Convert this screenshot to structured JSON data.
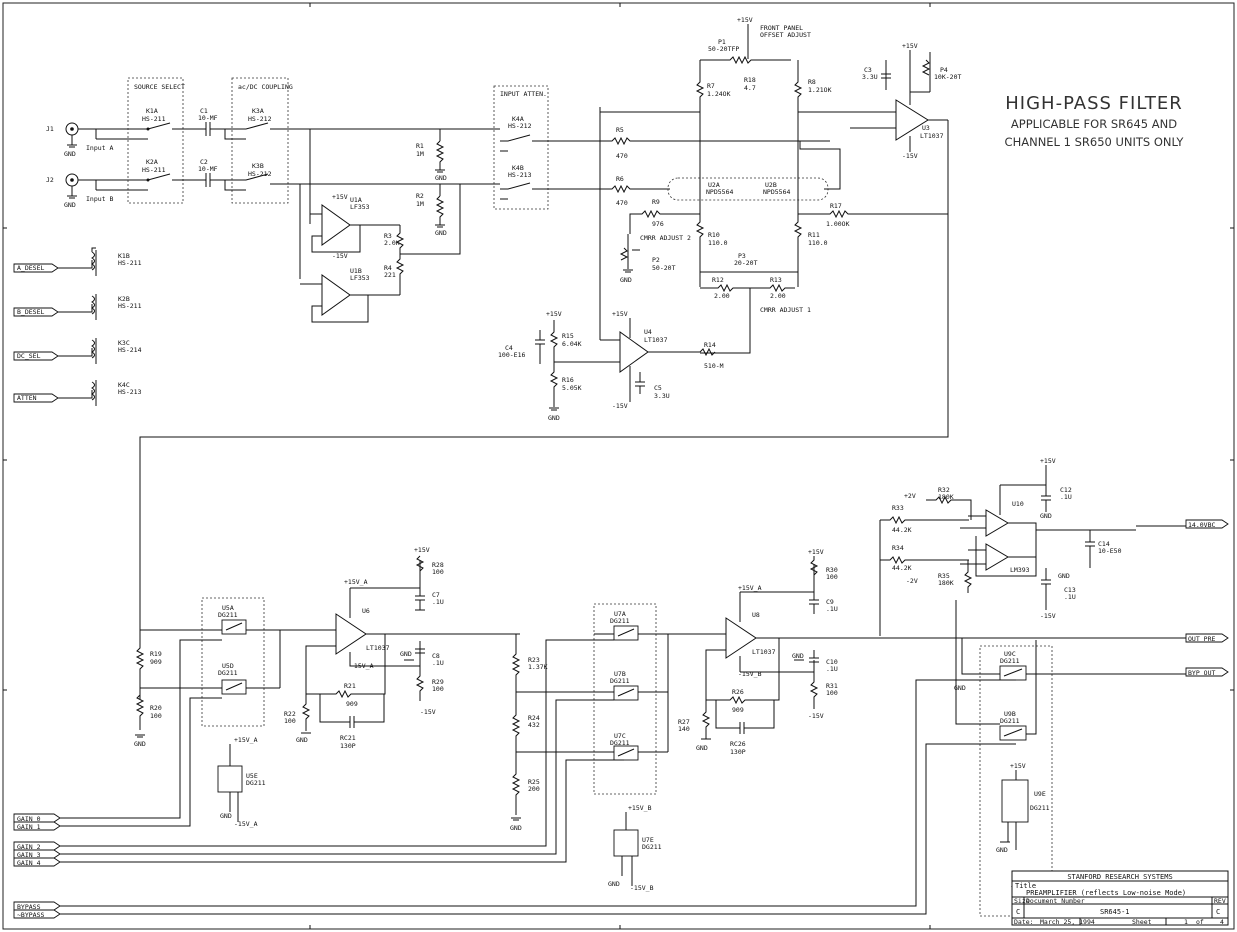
{
  "notes": {
    "title": "HIGH-PASS FILTER",
    "line2": "APPLICABLE FOR SR645 AND",
    "line3": "CHANNEL 1 SR650 UNITS ONLY"
  },
  "title_block": {
    "company": "STANFORD RESEARCH SYSTEMS",
    "title_label": "Title",
    "title": "PREAMPLIFIER (reflects Low-noise Mode)",
    "size_label": "Size",
    "size": "C",
    "doc_label": "Document Number",
    "doc_number": "SR645-1",
    "rev_label": "REV",
    "rev": "C",
    "date_label": "Date:",
    "date": "March 25, 1994",
    "sheet_label": "Sheet",
    "sheet": "1",
    "of_label": "of",
    "of_total": "4"
  },
  "connectors": {
    "j1": "J1",
    "j2": "J2",
    "input_a": "Input A",
    "input_b": "Input B",
    "gnd": "GND"
  },
  "boxes": {
    "source_select": "SOURCE SELECT",
    "coupling": "ac/DC COUPLING",
    "atten": "INPUT ATTEN."
  },
  "ports": {
    "a_desel": "A_DESEL",
    "b_desel": "B_DESEL",
    "dc_sel": "DC_SEL",
    "atten": "ATTEN",
    "gain_0": "GAIN_0",
    "gain_1": "GAIN_1",
    "gain_2": "GAIN_2",
    "gain_3": "GAIN_3",
    "gain_4": "GAIN_4",
    "bypass": "BYPASS",
    "nbypass": "~BYPASS",
    "out_14v": "14.0VBC",
    "out_pre": "OUT_PRE",
    "byp_out": "BYP_OUT"
  },
  "relays": {
    "k1a": "K1A",
    "k1a_t": "HS-211",
    "k2a": "K2A",
    "k2a_t": "HS-211",
    "k3a": "K3A",
    "k3a_t": "HS-212",
    "k3b": "K3B",
    "k3b_t": "HS-212",
    "k4a": "K4A",
    "k4a_t": "HS-212",
    "k4b": "K4B",
    "k4b_t": "HS-213",
    "k1b": "K1B",
    "k1b_t": "HS-211",
    "k2b": "K2B",
    "k2b_t": "HS-211",
    "k3c": "K3C",
    "k3c_t": "HS-214",
    "k4c": "K4C",
    "k4c_t": "HS-213"
  },
  "parts": {
    "c1": "C1",
    "c1_v": "10-MF",
    "c2": "C2",
    "c2_v": "10-MF",
    "r1": "R1",
    "r1_v": "1M",
    "r2": "R2",
    "r2_v": "1M",
    "r3": "R3",
    "r3_v": "2.0K",
    "r4": "R4",
    "r4_v": "221",
    "r5": "R5",
    "r5_v": "470",
    "r6": "R6",
    "r6_v": "470",
    "r7": "R7",
    "r7_v": "1.24OK",
    "r8": "R8",
    "r8_v": "1.21OK",
    "r9": "R9",
    "r9_v": "976",
    "r10": "R10",
    "r10_v": "110.0",
    "r11": "R11",
    "r11_v": "110.0",
    "r12": "R12",
    "r12_v": "2.00",
    "r13": "R13",
    "r13_v": "2.00",
    "r14": "R14",
    "r14_v": "510-M",
    "r15": "R15",
    "r15_v": "6.04K",
    "r16": "R16",
    "r16_v": "5.05K",
    "r17": "R17",
    "r17_v": "1.00OK",
    "r18": "R18",
    "r18_v": "4.7",
    "p1": "P1",
    "p1_v": "50-20TFP",
    "p2": "P2",
    "p2_v": "50-20T",
    "p3": "P3",
    "p3_v": "20-20T",
    "p4": "P4",
    "p4_v": "10K-20T",
    "c3": "C3",
    "c3_v": "3.3U",
    "c4": "C4",
    "c4_v": "100-E16",
    "c5": "C5",
    "c5_v": "3.3U",
    "u1a": "U1A",
    "u1a_t": "LF353",
    "u1b": "U1B",
    "u1b_t": "LF353",
    "u2a": "U2A",
    "u2a_t": "NPD5564",
    "u2b": "U2B",
    "u2b_t": "NPD5564",
    "u3": "U3",
    "u3_t": "LT1037",
    "u4": "U4",
    "u4_t": "LT1037",
    "front_panel": "FRONT PANEL",
    "offset_adj": "OFFSET ADJUST",
    "cmrr1": "CMRR ADJUST 1",
    "cmrr2": "CMRR ADJUST 2",
    "r19": "R19",
    "r19_v": "909",
    "r20": "R20",
    "r20_v": "100",
    "r21": "R21",
    "r21_v": "909",
    "r22": "R22",
    "r22_v": "100",
    "r23": "R23",
    "r23_v": "1.37K",
    "r24": "R24",
    "r24_v": "432",
    "r25": "R25",
    "r25_v": "200",
    "r26": "R26",
    "r26_v": "909",
    "r27": "R27",
    "r27_v": "140",
    "r28": "R28",
    "r28_v": "100",
    "r29": "R29",
    "r29_v": "100",
    "r30": "R30",
    "r30_v": "100",
    "r31": "R31",
    "r31_v": "100",
    "r32": "R32",
    "r32_v": "180K",
    "r33": "R33",
    "r33_v": "44.2K",
    "r34": "R34",
    "r34_v": "44.2K",
    "r35": "R35",
    "r35_v": "180K",
    "rc21": "RC21",
    "rc21_v": "130P",
    "rc26": "RC26",
    "rc26_v": "130P",
    "c7": "C7",
    "c7_v": ".1U",
    "c8": "C8",
    "c8_v": ".1U",
    "c9": "C9",
    "c9_v": ".1U",
    "c10": "C10",
    "c10_v": ".1U",
    "c12": "C12",
    "c12_v": ".1U",
    "c13": "C13",
    "c13_v": ".1U",
    "c14": "C14",
    "c14_v": "10-E50",
    "u5a": "U5A",
    "u5a_t": "DG211",
    "u5d": "U5D",
    "u5d_t": "DG211",
    "u5e": "U5E",
    "u5e_t": "DG211",
    "u7a": "U7A",
    "u7a_t": "DG211",
    "u7b": "U7B",
    "u7b_t": "DG211",
    "u7c": "U7C",
    "u7c_t": "DG211",
    "u7e": "U7E",
    "u7e_t": "DG211",
    "u9c": "U9C",
    "u9c_t": "DG211",
    "u9b": "U9B",
    "u9b_t": "DG211",
    "u9e": "U9E",
    "u9e_t": "DG211",
    "u6": "U6",
    "u6_t": "LT1037",
    "u8": "U8",
    "u8_t": "LT1037",
    "u10": "U10",
    "u10_t": "LM393"
  },
  "nets": {
    "p15": "+15V",
    "n15": "-15V",
    "p15a": "+15V_A",
    "n15a": "-15V_A",
    "p15b": "+15V_B",
    "n15b": "-15V_B",
    "p2v": "+2V",
    "n2v": "-2V",
    "gnd": "GND"
  }
}
